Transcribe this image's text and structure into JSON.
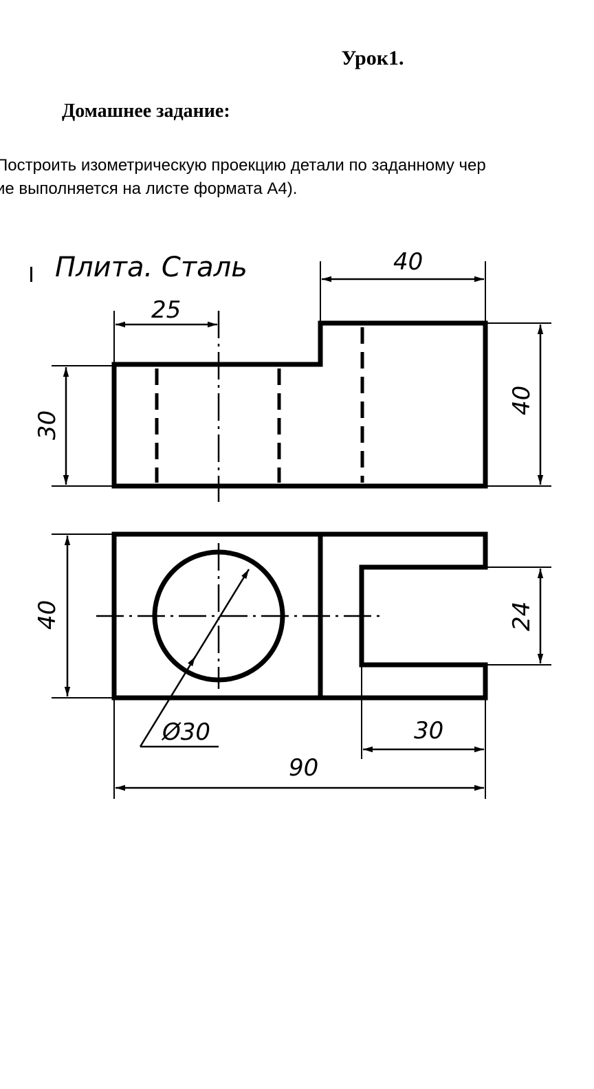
{
  "lesson_title": "Урок1.",
  "homework_heading": "Домашнее задание:",
  "task_lines": [
    "Построить изометрическую проекцию детали по заданному чер",
    "ие выполняется на листе формата А4)."
  ],
  "drawing": {
    "title": "Плита. Сталь",
    "dimensions": {
      "front_width_25": "25",
      "front_step_width_40": "40",
      "front_height_30": "30",
      "front_height_40": "40",
      "top_depth_40": "40",
      "slot_width_24": "24",
      "hole_diameter": "Ø30",
      "slot_length_30": "30",
      "total_length_90": "90"
    }
  }
}
